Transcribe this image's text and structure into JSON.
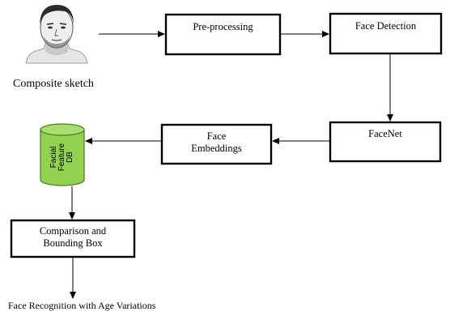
{
  "diagram": {
    "input": {
      "caption": "Composite sketch"
    },
    "nodes": {
      "preprocessing": "Pre-processing",
      "face_detection": "Face Detection",
      "facenet": "FaceNet",
      "face_embeddings": [
        "Face",
        "Embeddings"
      ],
      "feature_db": [
        "Facial",
        "Feature",
        "DB"
      ],
      "comparison": [
        "Comparison and",
        "Bounding Box"
      ]
    },
    "output": {
      "caption": "Face Recognition with Age Variations"
    },
    "colors": {
      "db_fill": "#92d050",
      "db_stroke": "#4a7a22",
      "line": "#000000"
    }
  }
}
